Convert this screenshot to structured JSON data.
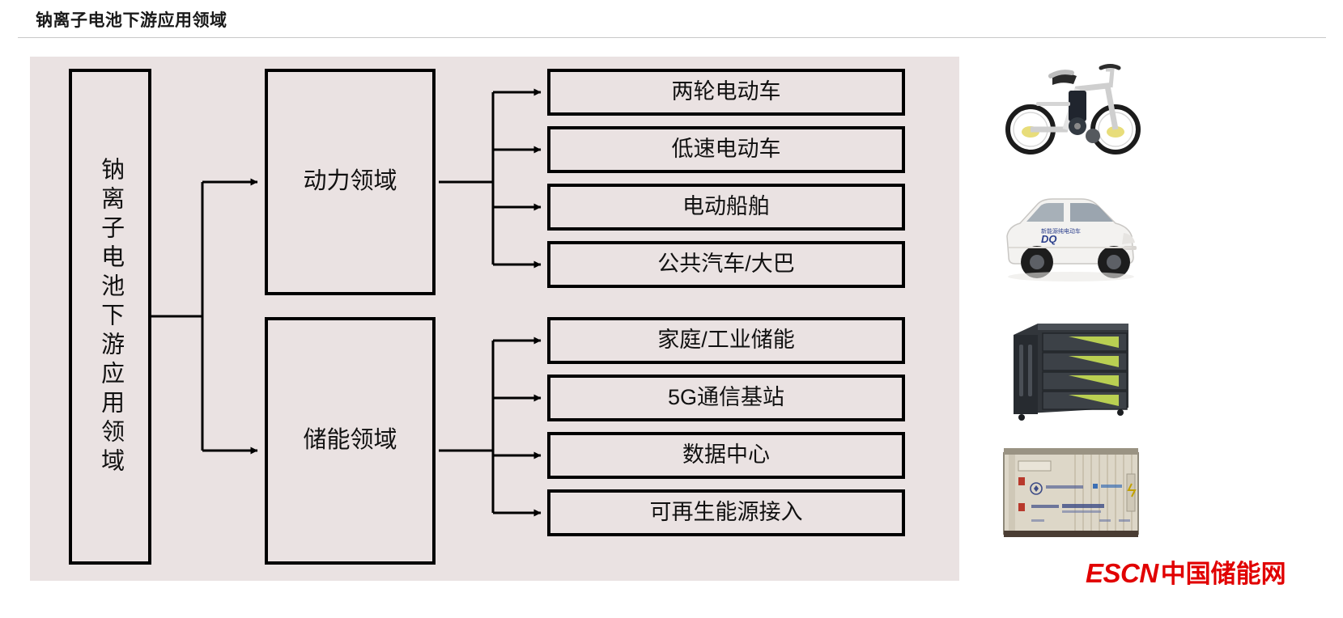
{
  "header": {
    "title": "钠离子电池下游应用领域"
  },
  "diagram": {
    "type": "tree",
    "background_color": "#EAE2E2",
    "border_color": "#000000",
    "root": {
      "label": "钠离子电池下游应用领域",
      "orientation": "vertical"
    },
    "branches": [
      {
        "label": "动力领域",
        "leaves": [
          "两轮电动车",
          "低速电动车",
          "电动船舶",
          "公共汽车/大巴"
        ]
      },
      {
        "label": "储能领域",
        "leaves": [
          "家庭/工业储能",
          "5G通信基站",
          "数据中心",
          "可再生能源接入"
        ]
      }
    ]
  },
  "photos": [
    {
      "name": "electric-bicycle-photo",
      "alt": "白色折叠电动自行车"
    },
    {
      "name": "low-speed-car-photo",
      "alt": "白色低速电动汽车"
    },
    {
      "name": "battery-cabinet-photo",
      "alt": "黑色储能电池柜"
    },
    {
      "name": "container-storage-photo",
      "alt": "集装箱式储能系统"
    }
  ],
  "logo": {
    "mark": "ESCN",
    "name": "中国储能网",
    "color": "#E10000"
  }
}
